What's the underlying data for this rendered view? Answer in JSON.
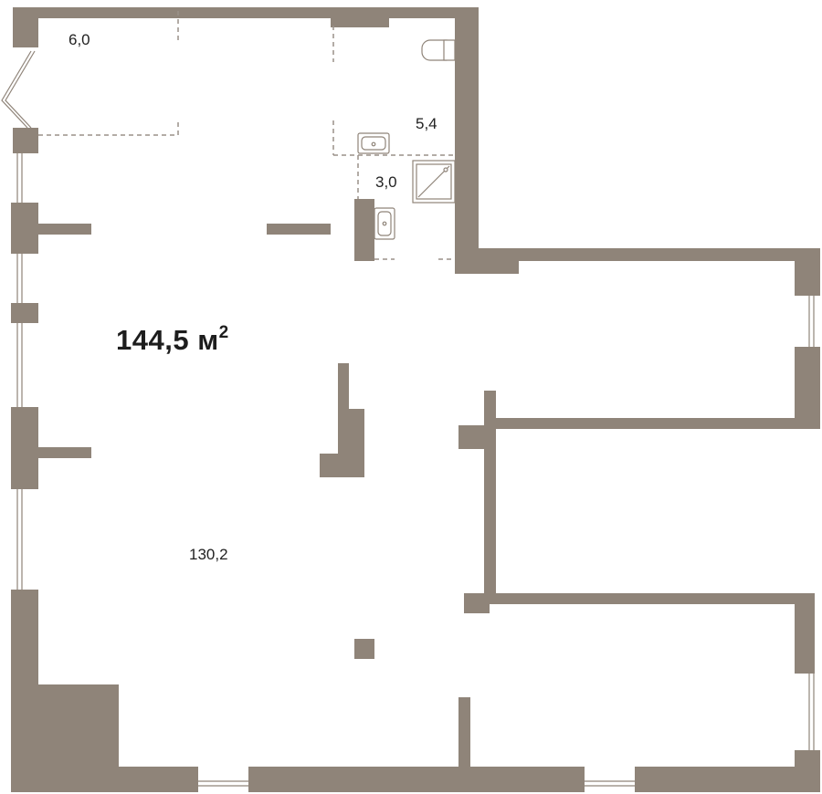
{
  "plan": {
    "total_area": "144,5 м",
    "total_area_sup": "2",
    "rooms": [
      {
        "id": "hall",
        "area": "6,0"
      },
      {
        "id": "wc",
        "area": "5,4"
      },
      {
        "id": "bath",
        "area": "3,0"
      },
      {
        "id": "main",
        "area": "130,2"
      }
    ]
  },
  "colors": {
    "wall": "#8f8479",
    "background": "#ffffff",
    "text": "#222222"
  }
}
